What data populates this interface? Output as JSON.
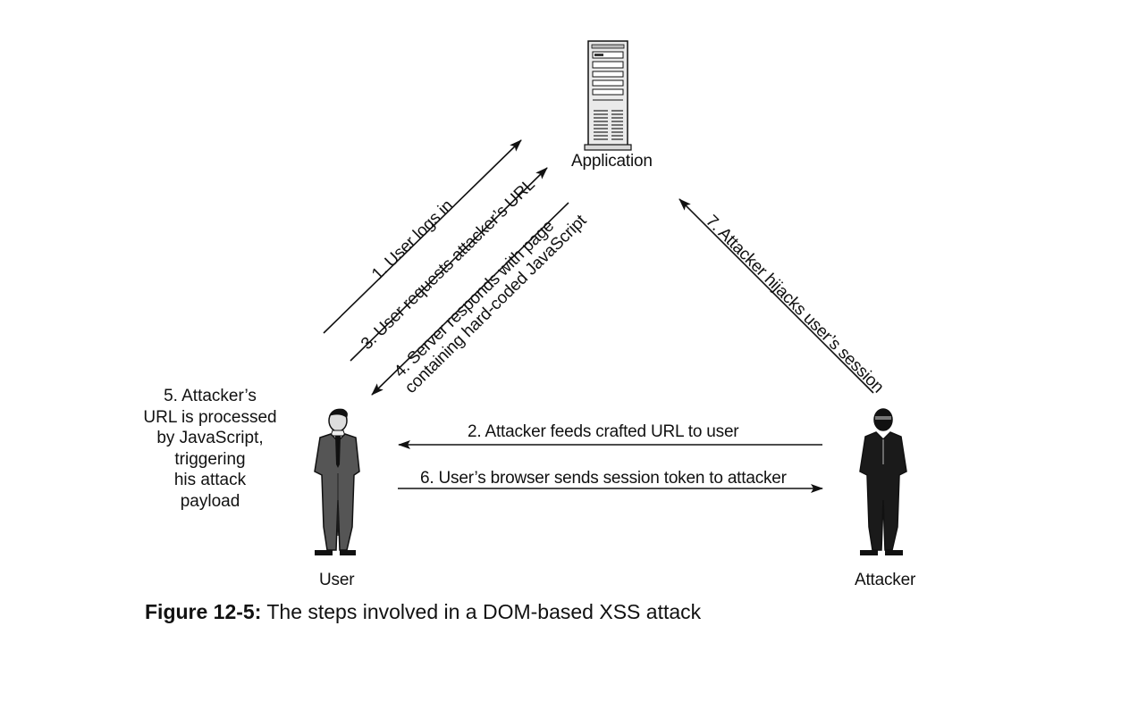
{
  "nodes": {
    "application": "Application",
    "user": "User",
    "attacker": "Attacker"
  },
  "steps": {
    "step1": "1. User logs in",
    "step2": "2. Attacker feeds crafted URL to user",
    "step3": "3. User requests attacker’s URL",
    "step4_line1": "4. Server responds with page",
    "step4_line2": "containing hard-coded JavaScript",
    "step5_lines": [
      "5. Attacker’s",
      "URL is processed",
      "by JavaScript,",
      "triggering",
      "his attack",
      "payload"
    ],
    "step6": "6. User’s browser sends session token to attacker",
    "step7": "7. Attacker hijacks user’s session"
  },
  "caption": {
    "number": "Figure 12-5:",
    "text": " The steps involved in a DOM-based XSS attack"
  },
  "colors": {
    "ink": "#111111",
    "user_suit": "#555555",
    "attacker_suit": "#1a1a1a",
    "server_body": "#e8e8e8"
  },
  "icons": [
    "server-icon",
    "user-figure-icon",
    "attacker-figure-icon"
  ]
}
